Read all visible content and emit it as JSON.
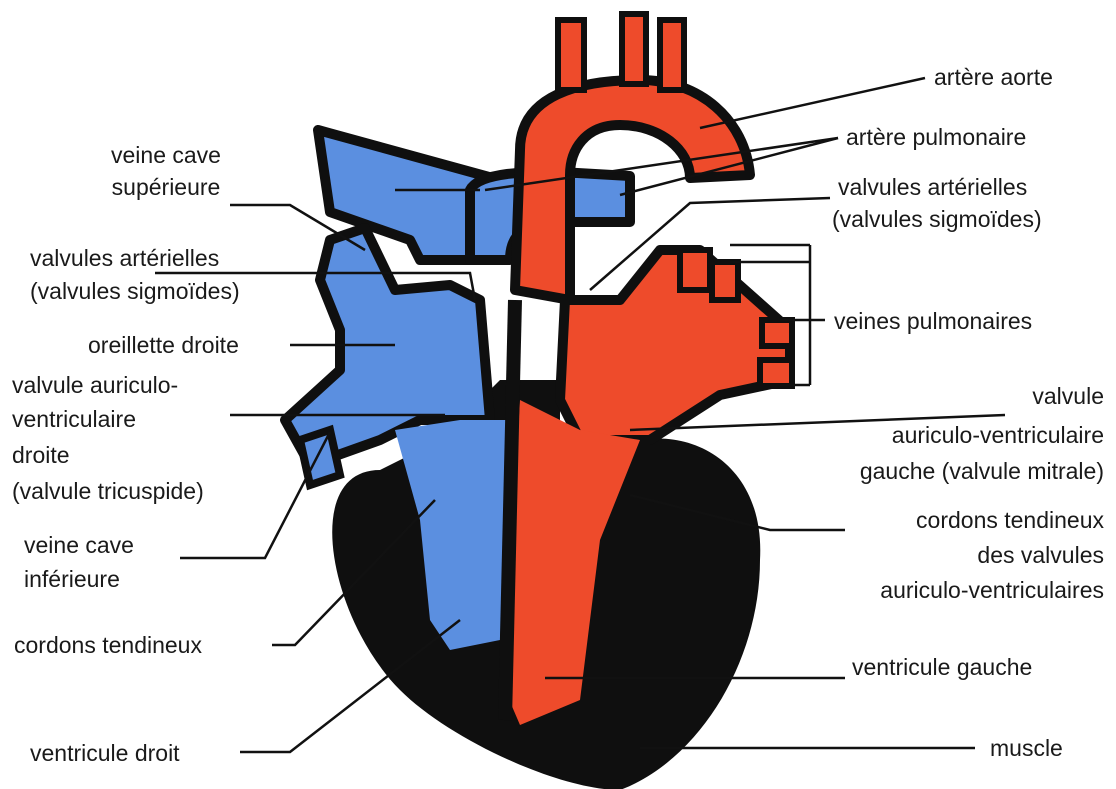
{
  "colors": {
    "oxygenated": "#ee4b2b",
    "deoxygenated": "#5b8fe0",
    "muscle": "#0f0f0f",
    "background": "#ffffff",
    "leader": "#111111"
  },
  "labels": {
    "aorte": "artère aorte",
    "pulmonaire": "artère pulmonaire",
    "valv_art_droite_1": "valvules artérielles",
    "valv_art_droite_2": "(valvules sigmoïdes)",
    "veines_pulm": "veines pulmonaires",
    "valv_mitrale_1": "valvule",
    "valv_mitrale_2": "auriculo-ventriculaire",
    "valv_mitrale_3": "gauche (valvule mitrale)",
    "cordons_av_1": "cordons tendineux",
    "cordons_av_2": "des valvules",
    "cordons_av_3": "auriculo-ventriculaires",
    "ventricule_gauche": "ventricule gauche",
    "muscle": "muscle",
    "veine_cave_sup_1": "veine cave",
    "veine_cave_sup_2": "supérieure",
    "valv_art_gauche_1": "valvules artérielles",
    "valv_art_gauche_2": "(valvules sigmoïdes)",
    "oreillette_droite": "oreillette droite",
    "tricuspide_1": "valvule auriculo-",
    "tricuspide_2": "ventriculaire",
    "tricuspide_3": "droite",
    "tricuspide_4": "(valvule tricuspide)",
    "veine_cave_inf_1": "veine cave",
    "veine_cave_inf_2": "inférieure",
    "cordons_tendineux": "cordons tendineux",
    "ventricule_droit": "ventricule droit"
  }
}
